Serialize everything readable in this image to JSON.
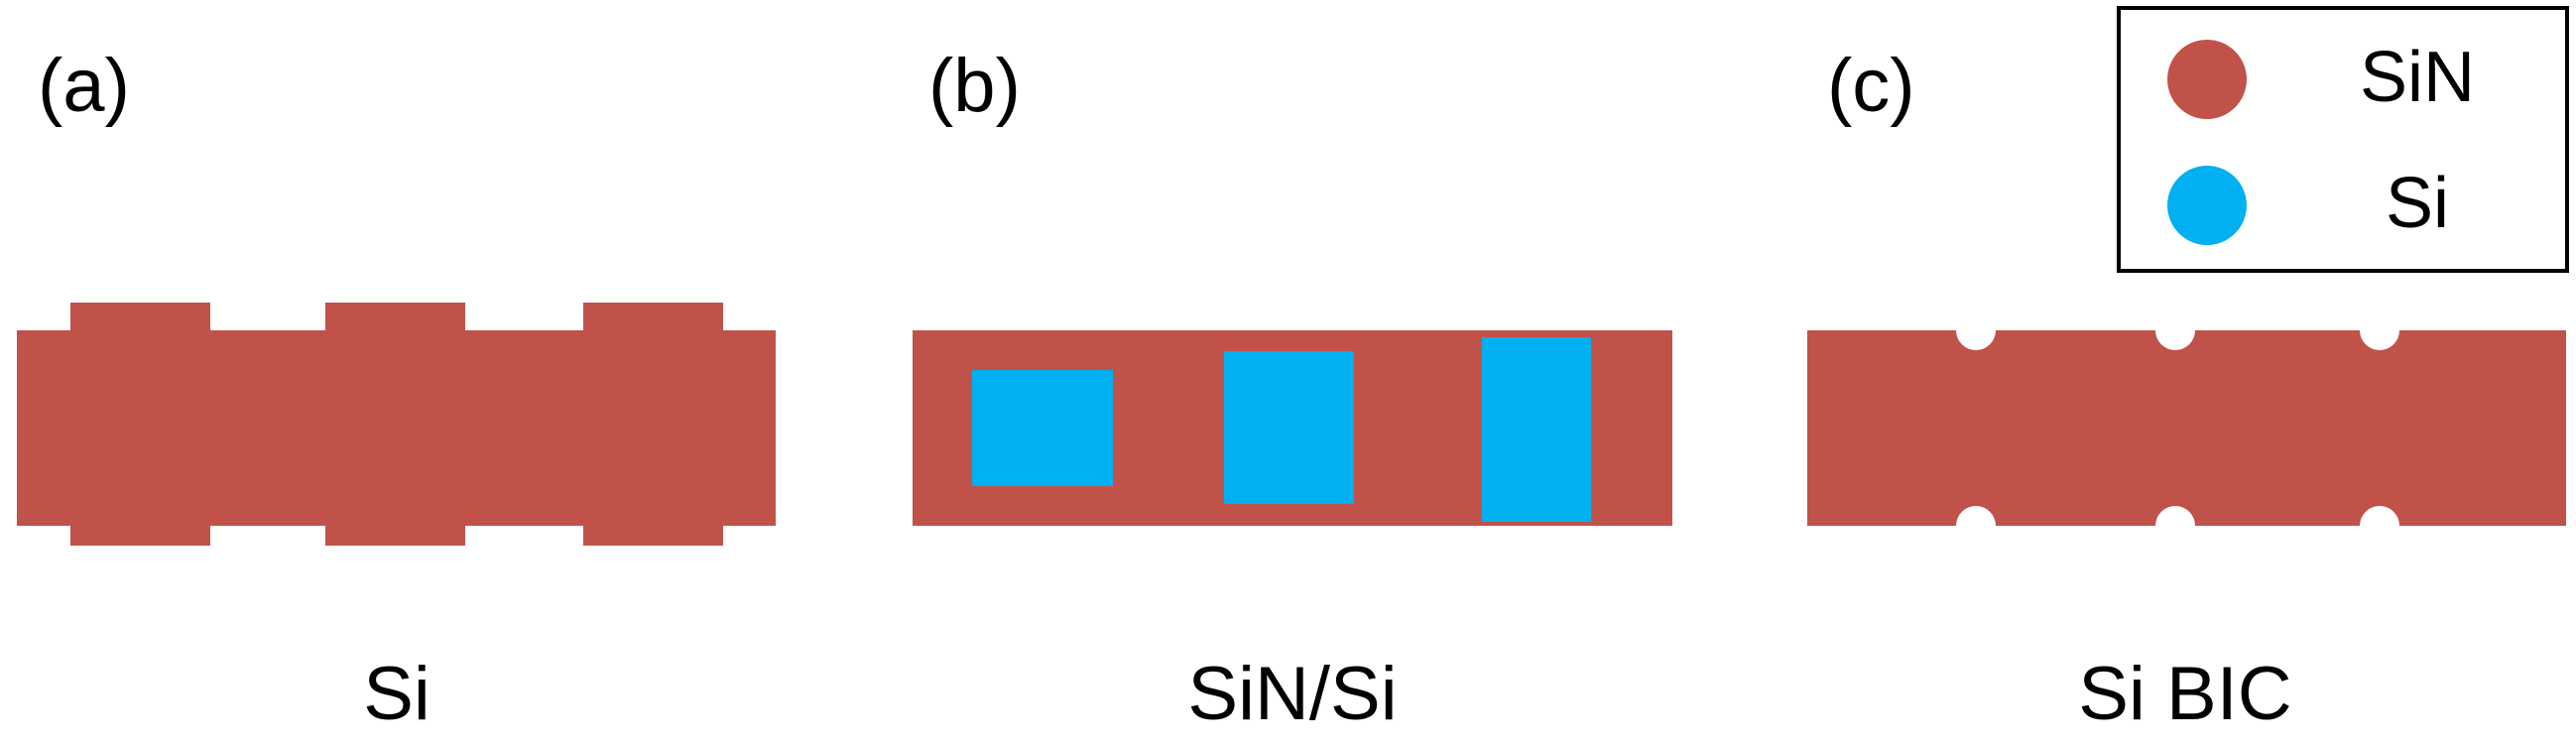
{
  "colors": {
    "sin": "#C0524A",
    "si": "#00B0F0",
    "background": "#FFFFFF",
    "text": "#000000",
    "legend_border": "#000000"
  },
  "panels": [
    {
      "label": "(a)",
      "caption": "Si"
    },
    {
      "label": "(b)",
      "caption": "SiN/Si"
    },
    {
      "label": "(c)",
      "caption": "Si BIC"
    }
  ],
  "legend": {
    "items": [
      {
        "label": "SiN",
        "color": "#C0524A"
      },
      {
        "label": "Si",
        "color": "#00B0F0"
      }
    ]
  }
}
